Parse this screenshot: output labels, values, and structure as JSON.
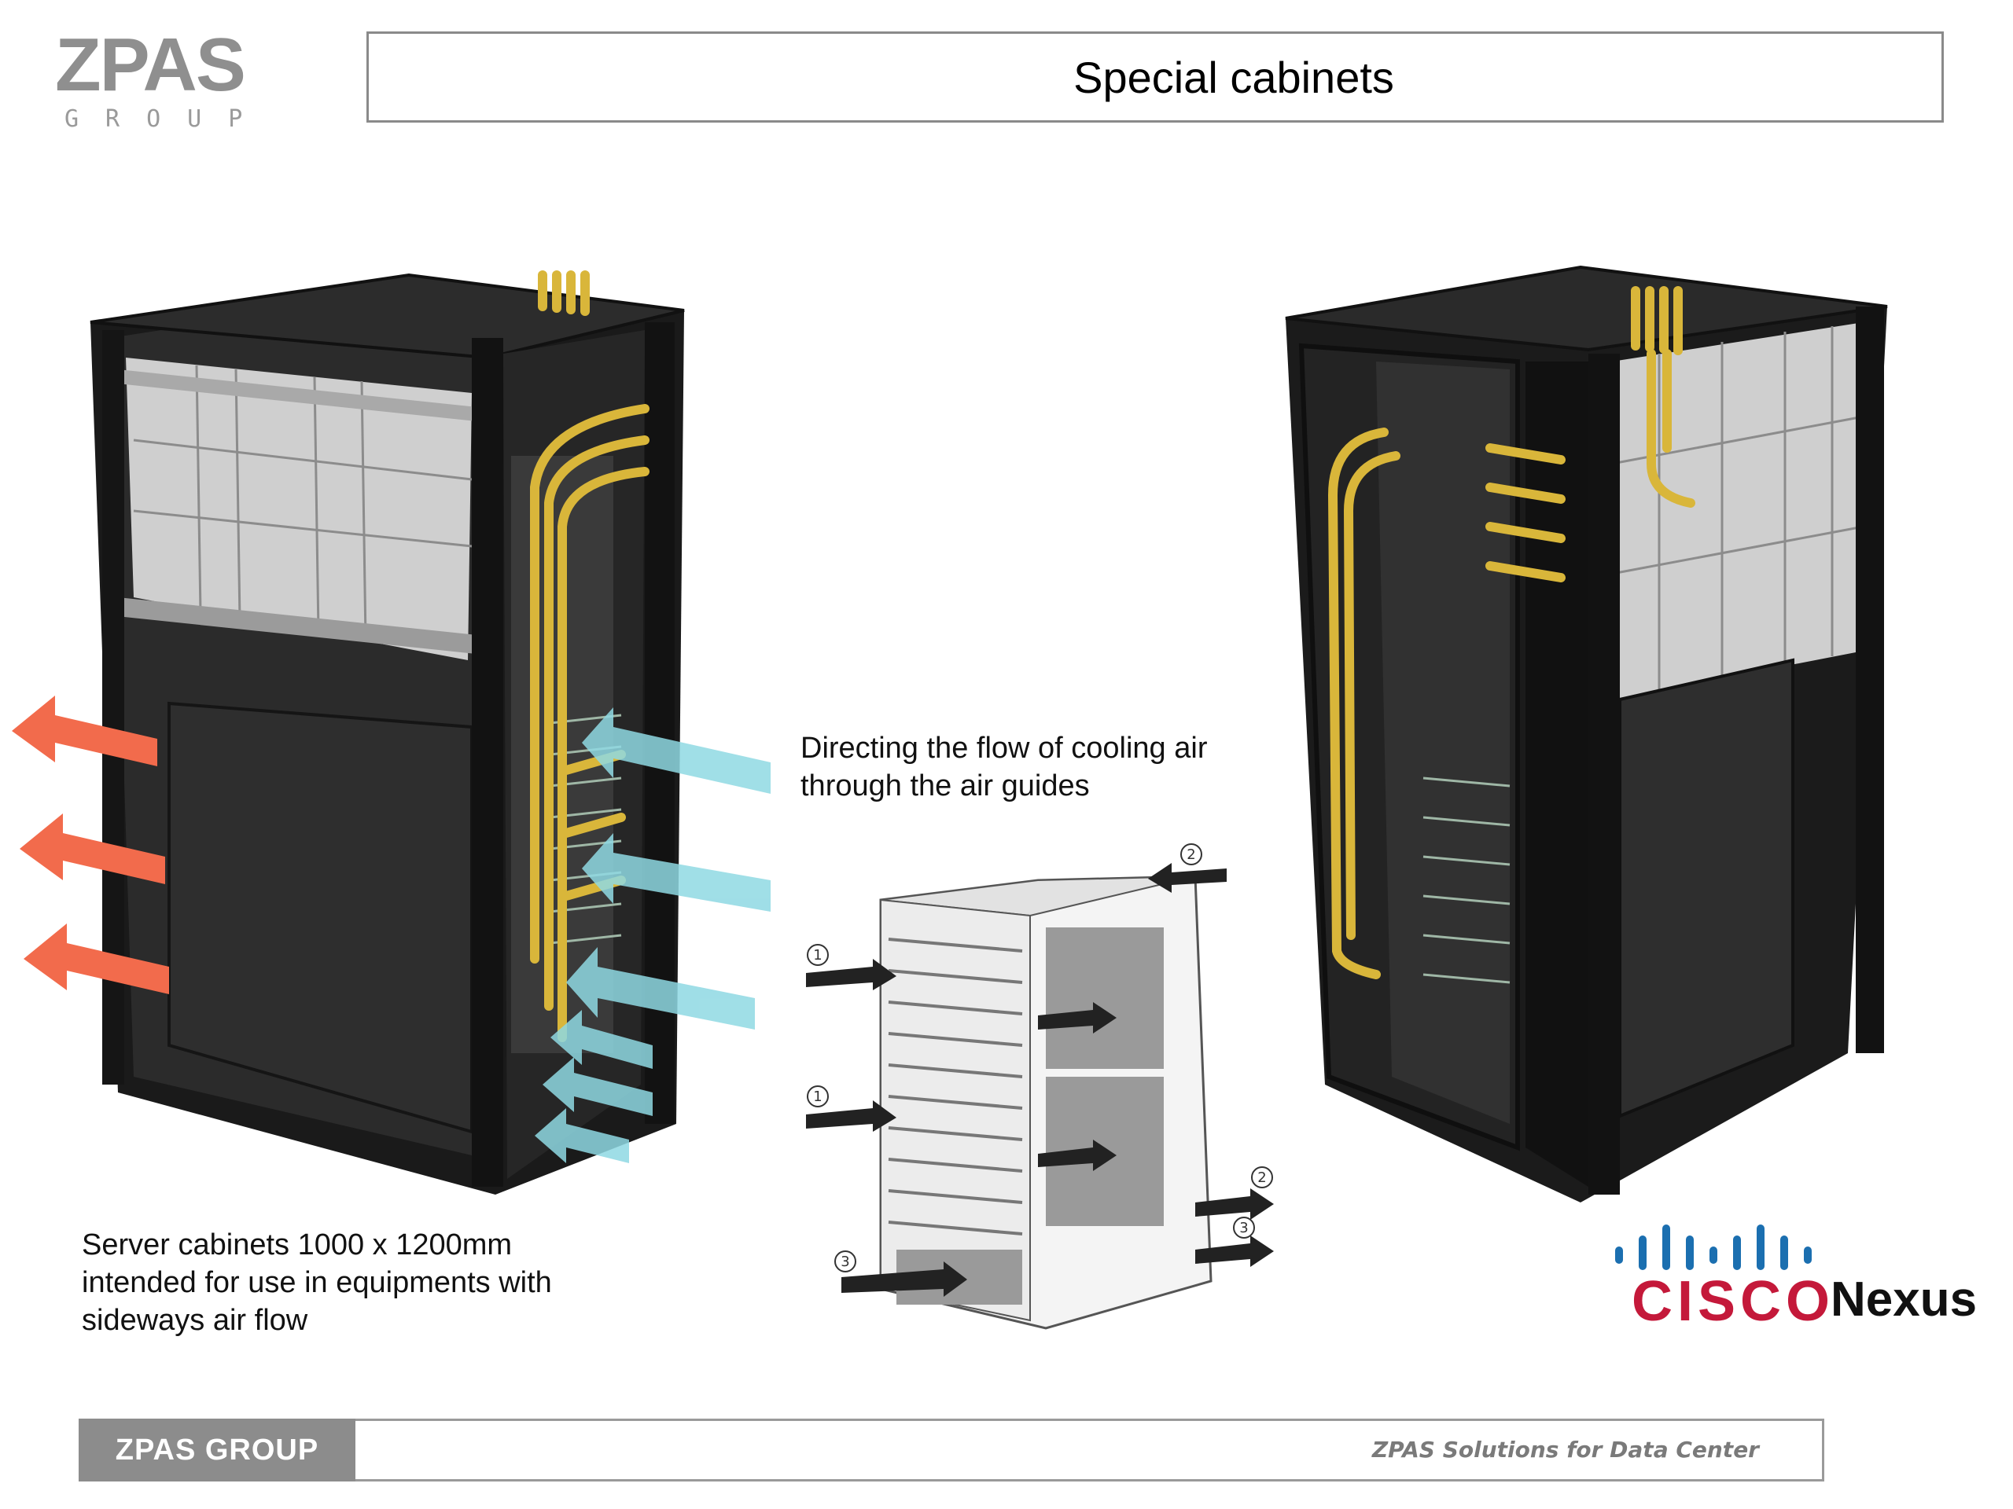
{
  "logo": {
    "word": "ZPAS",
    "sub": "GROUP"
  },
  "title": "Special cabinets",
  "captions": {
    "air_guides": [
      "Directing the flow of cooling air",
      "through the air guides"
    ],
    "server": [
      "Server cabinets 1000 x 1200mm",
      "intended for use in equipments with",
      "sideways air flow"
    ]
  },
  "diagram_labels": {
    "one": "1",
    "two": "2",
    "three": "3"
  },
  "brand": {
    "cisco": "CISCO",
    "nexus": "Nexus",
    "cisco_color": "#c4193a"
  },
  "footer": {
    "left": "ZPAS GROUP",
    "right": "ZPAS Solutions for Data Center"
  },
  "colors": {
    "hot_air": "#f26b4c",
    "cool_air": "#8fd9e3",
    "cable": "#d9b63a",
    "cabinet": "#1c1c1c"
  }
}
